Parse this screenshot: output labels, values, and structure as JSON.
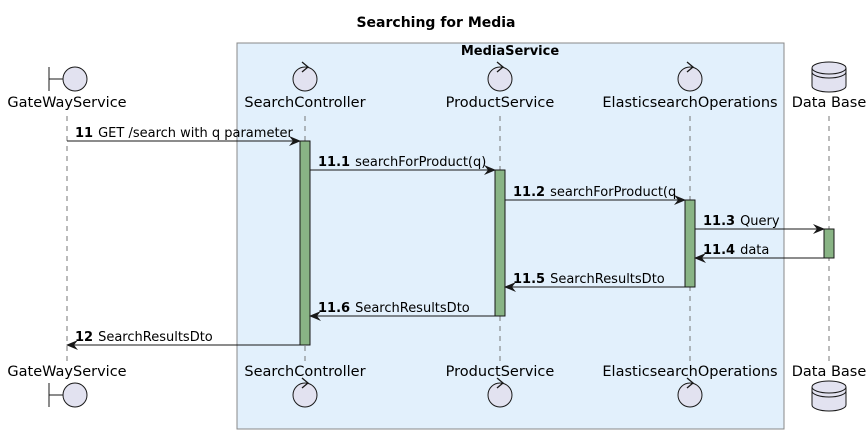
{
  "title": "Searching for Media",
  "box": {
    "label": "MediaService",
    "color": "#E2F0FC"
  },
  "participants": [
    {
      "id": "gateway",
      "name": "GateWayService",
      "kind": "boundary"
    },
    {
      "id": "search",
      "name": "SearchController",
      "kind": "control"
    },
    {
      "id": "product",
      "name": "ProductService",
      "kind": "control"
    },
    {
      "id": "elastic",
      "name": "ElasticsearchOperations",
      "kind": "control"
    },
    {
      "id": "db",
      "name": "Data Base",
      "kind": "database"
    }
  ],
  "messages": [
    {
      "num": "11",
      "text": "GET /search with q parameter",
      "from": "gateway",
      "to": "search"
    },
    {
      "num": "11.1",
      "text": "searchForProduct(q)",
      "from": "search",
      "to": "product"
    },
    {
      "num": "11.2",
      "text": "searchForProduct(q",
      "from": "product",
      "to": "elastic"
    },
    {
      "num": "11.3",
      "text": "Query",
      "from": "elastic",
      "to": "db"
    },
    {
      "num": "11.4",
      "text": "data",
      "from": "db",
      "to": "elastic"
    },
    {
      "num": "11.5",
      "text": "SearchResultsDto",
      "from": "elastic",
      "to": "product"
    },
    {
      "num": "11.6",
      "text": "SearchResultsDto",
      "from": "product",
      "to": "search"
    },
    {
      "num": "12",
      "text": "SearchResultsDto",
      "from": "search",
      "to": "gateway"
    }
  ],
  "colors": {
    "activation": "#89B485",
    "participant_fill": "#E2E2F0",
    "box_border": "#888888",
    "line": "#181818",
    "lifeline": "#777777"
  },
  "icons": {
    "boundary": "boundary-icon",
    "control": "control-icon",
    "database": "database-icon"
  }
}
